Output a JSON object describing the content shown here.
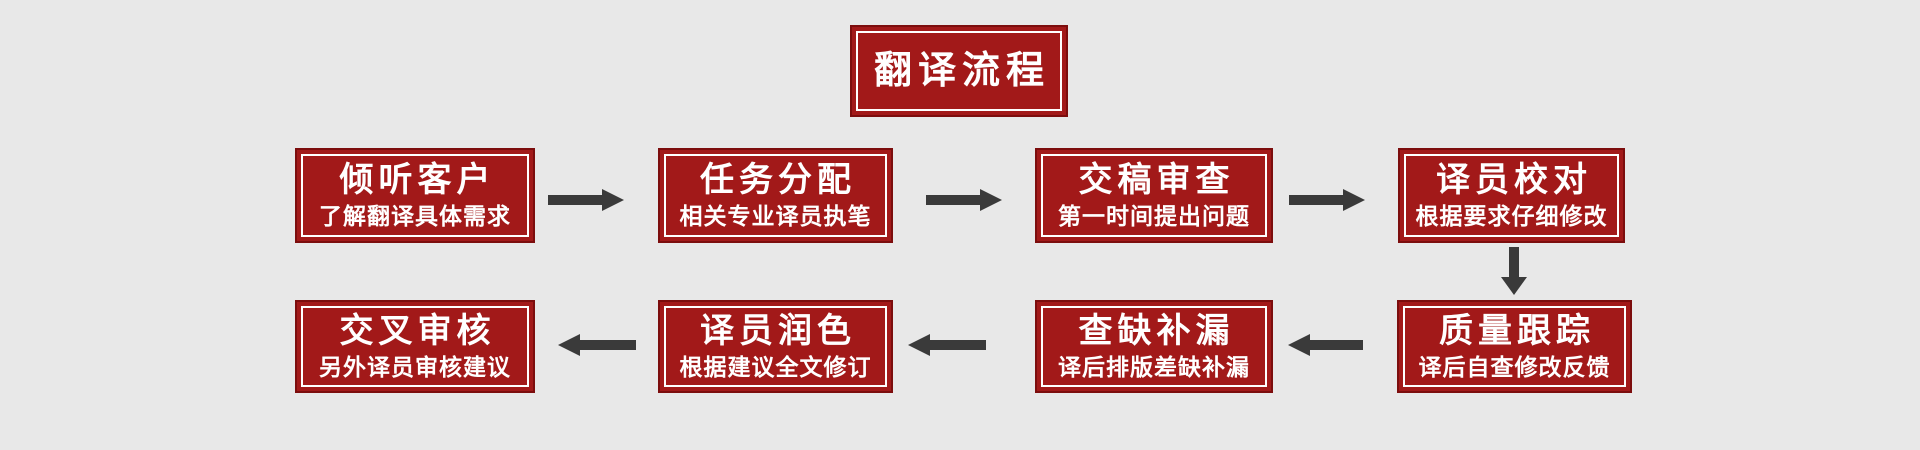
{
  "title": {
    "label": "翻译流程"
  },
  "colors": {
    "page_bg": "#e8e8e8",
    "box_fill": "#a21919",
    "box_edge": "#7c0d0d",
    "inner_border": "#ffffff",
    "text_color": "#ffffff",
    "arrow_color": "#3a3a3a"
  },
  "steps": [
    {
      "title": "倾听客户",
      "subtitle": "了解翻译具体需求"
    },
    {
      "title": "任务分配",
      "subtitle": "相关专业译员执笔"
    },
    {
      "title": "交稿审查",
      "subtitle": "第一时间提出问题"
    },
    {
      "title": "译员校对",
      "subtitle": "根据要求仔细修改"
    },
    {
      "title": "质量跟踪",
      "subtitle": "译后自查修改反馈"
    },
    {
      "title": "查缺补漏",
      "subtitle": "译后排版差缺补漏"
    },
    {
      "title": "译员润色",
      "subtitle": "根据建议全文修订"
    },
    {
      "title": "交叉审核",
      "subtitle": "另外译员审核建议"
    }
  ]
}
